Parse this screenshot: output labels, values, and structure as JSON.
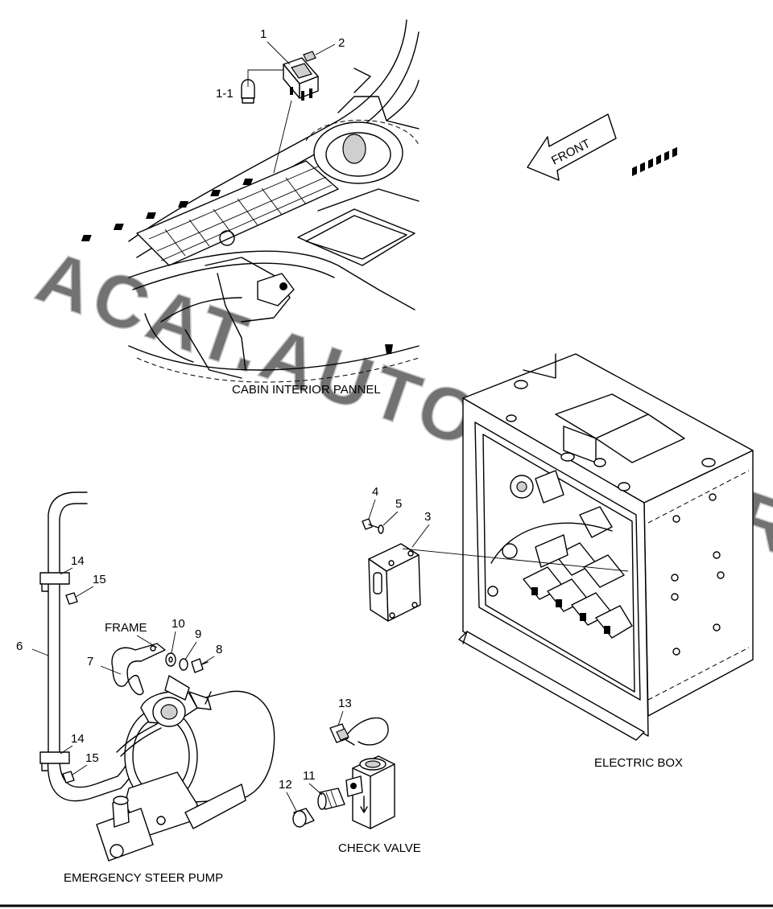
{
  "watermark": "ACAT.AUTODEALER.RU",
  "front_label": "FRONT",
  "sections": {
    "cabin": "CABIN INTERIOR PANNEL",
    "electric_box": "ELECTRIC BOX",
    "pump": "EMERGENCY STEER PUMP",
    "check_valve": "CHECK VALVE",
    "frame": "FRAME"
  },
  "callouts": [
    "1",
    "2",
    "1-1",
    "3",
    "4",
    "5",
    "6",
    "7",
    "8",
    "9",
    "10",
    "11",
    "12",
    "13",
    "14",
    "15",
    "14",
    "15"
  ]
}
